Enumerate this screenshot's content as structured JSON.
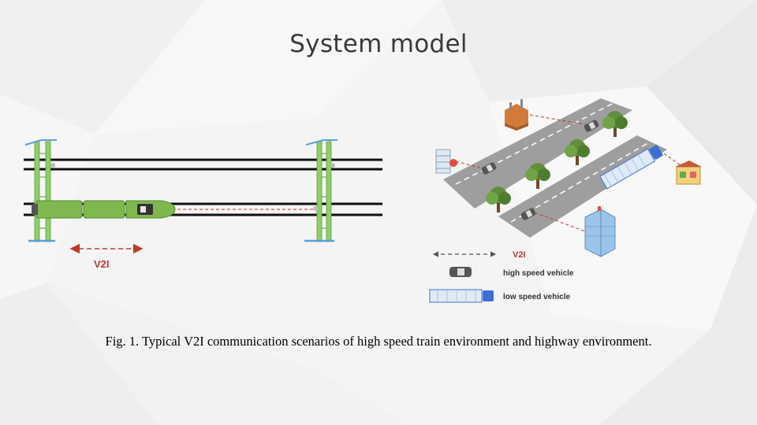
{
  "slide": {
    "title": "System model"
  },
  "figure": {
    "train_scene": {
      "link_label": "V2I"
    },
    "highway_scene": {
      "link_label": "V2I",
      "legend": {
        "high_speed_label": "high speed vehicle",
        "low_speed_label": "low speed vehicle"
      }
    },
    "caption": "Fig. 1. Typical V2I communication scenarios of high speed train environment and highway environment."
  },
  "colors": {
    "link_label": "#c0392b",
    "train_green": "#7fb84e",
    "mast_blue": "#5aa0d8",
    "road_gray": "#9e9e9e",
    "truck_blue": "#3b6fd6"
  }
}
